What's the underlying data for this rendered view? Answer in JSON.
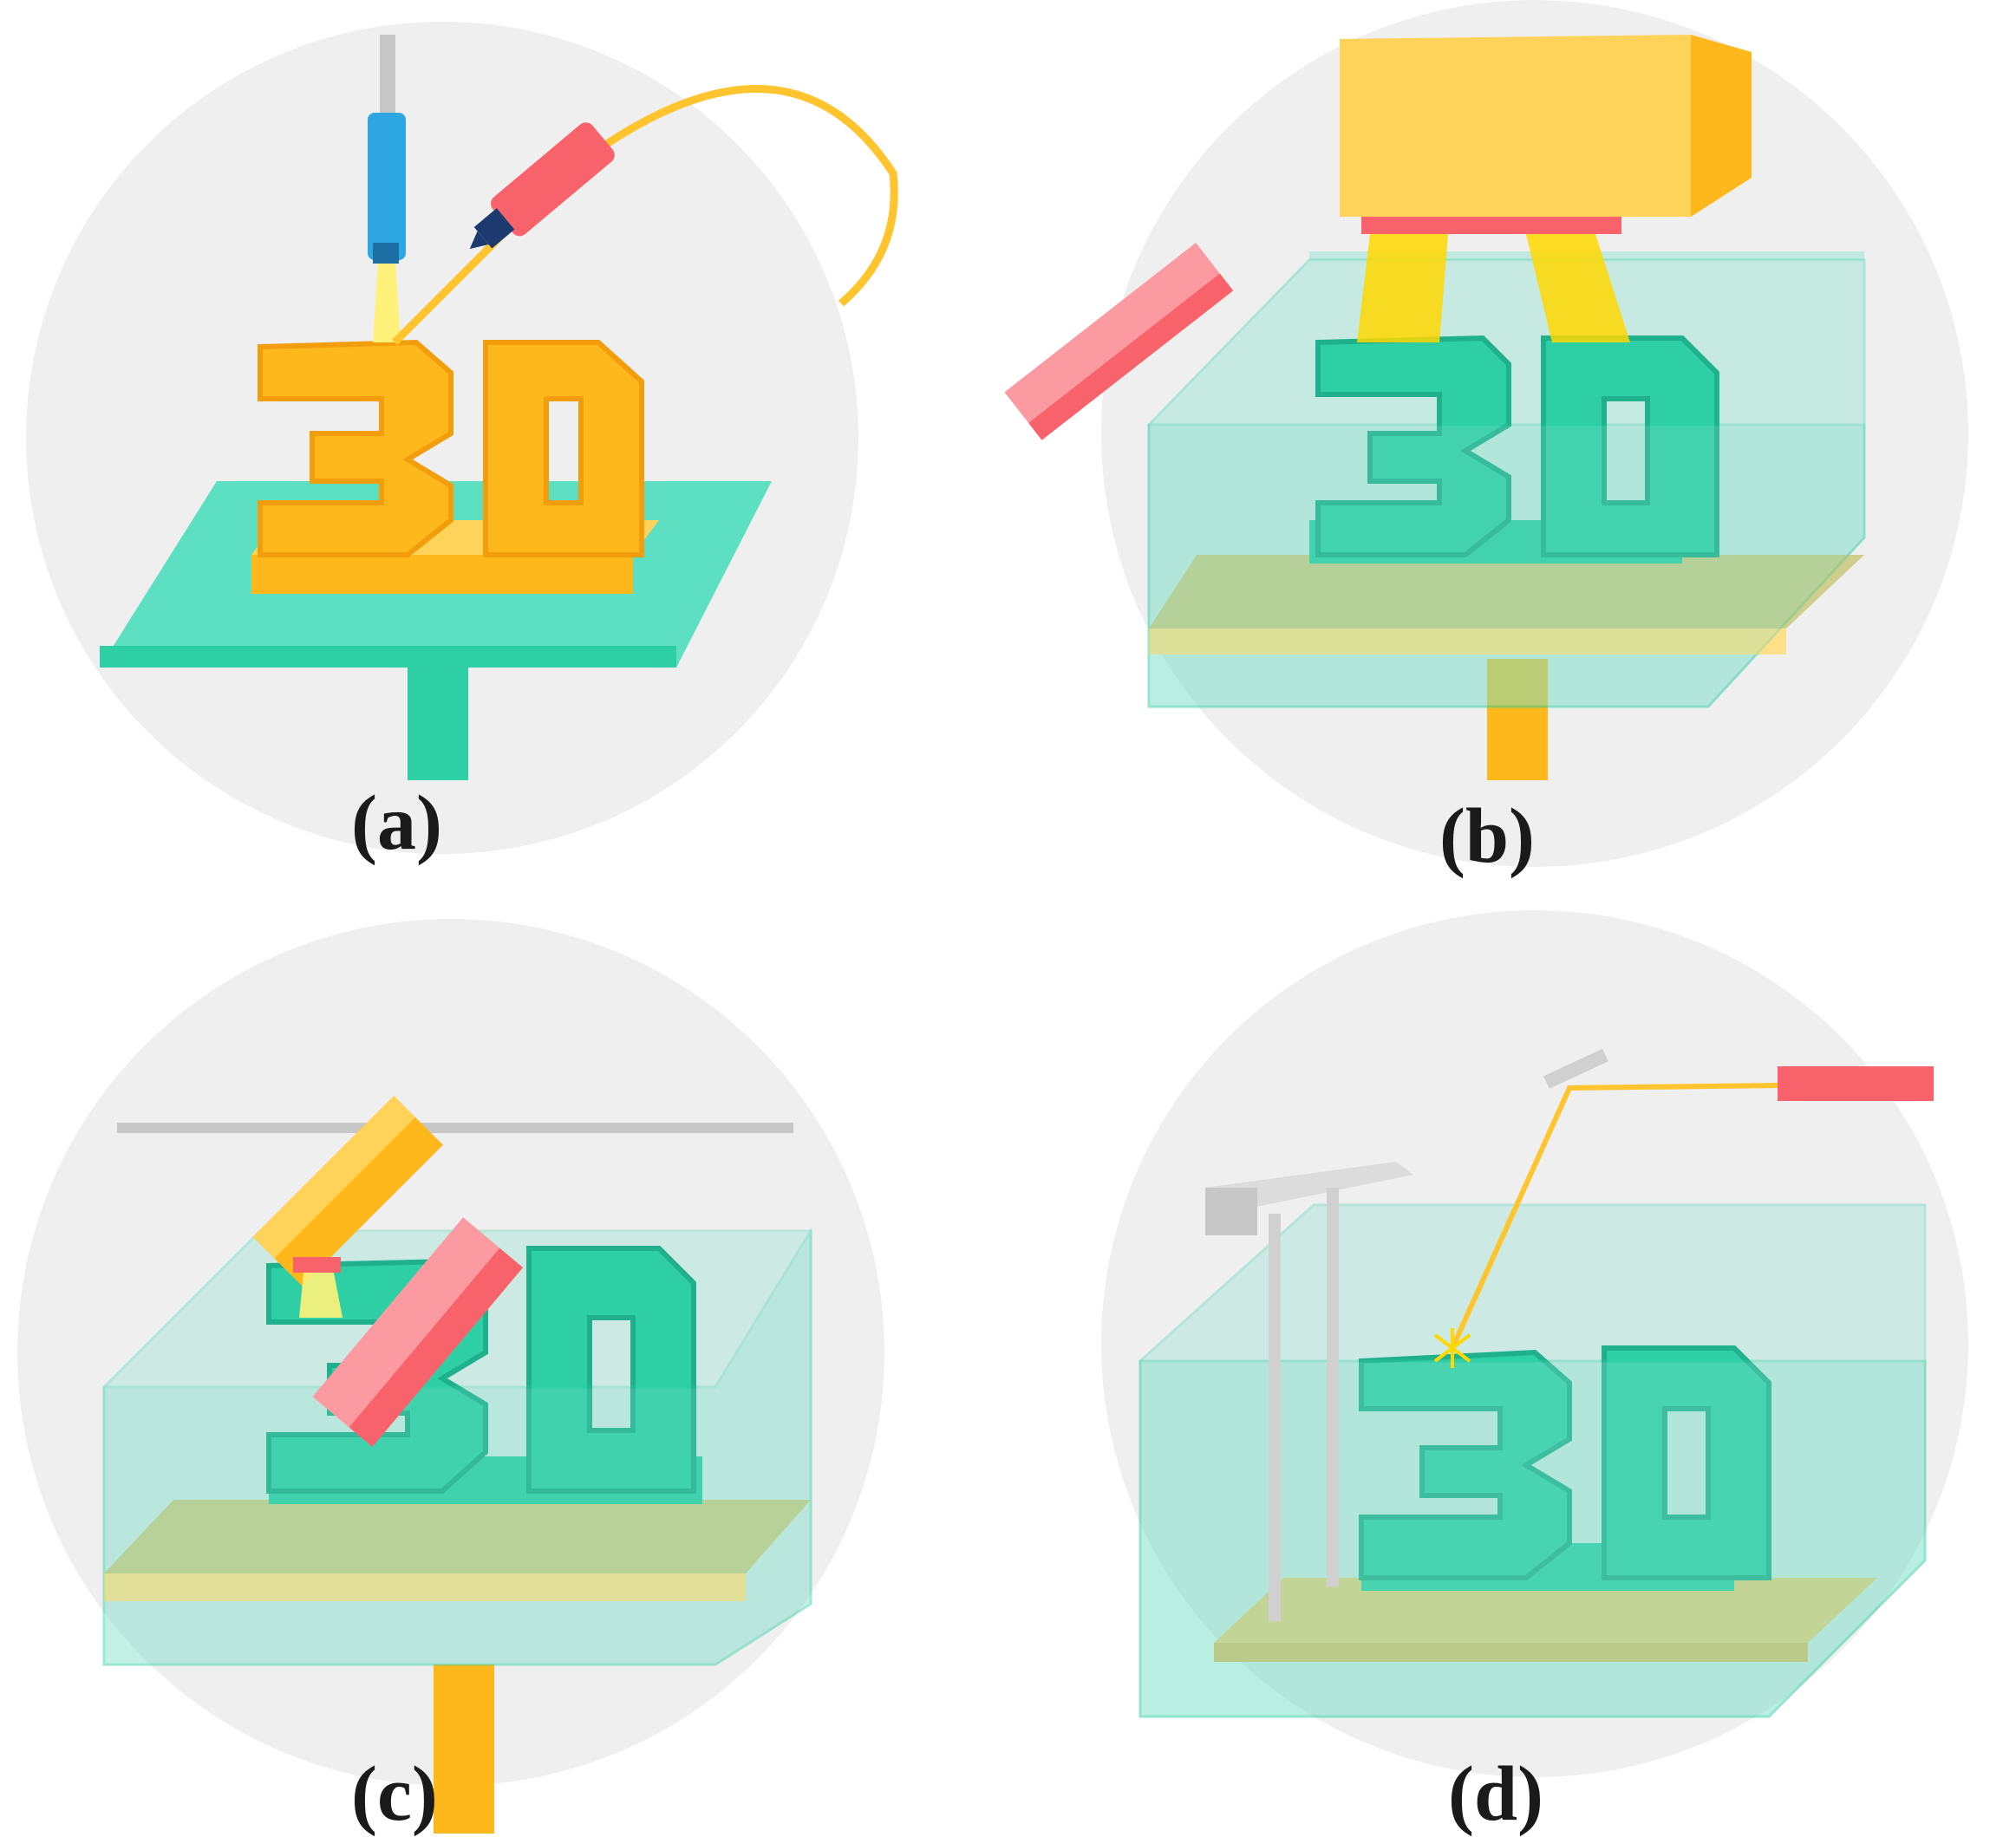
{
  "figure": {
    "panels": [
      {
        "id": "a",
        "caption": "(a)",
        "logo_text": "3D"
      },
      {
        "id": "b",
        "caption": "(b)",
        "logo_text": "3D"
      },
      {
        "id": "c",
        "caption": "(c)",
        "logo_text": "3D"
      },
      {
        "id": "d",
        "caption": "(d)",
        "logo_text": "3D"
      }
    ]
  },
  "colors": {
    "circle_bg": "#efefef",
    "teal": "#2fcfa6",
    "teal_dark": "#1fb08c",
    "teal_light": "#5ddfc2",
    "orange": "#ffb81c",
    "orange_dark": "#f19d0c",
    "orange_light": "#ffd25a",
    "pink": "#f8636b",
    "pink_light": "#fb9aa0",
    "blue": "#2ea6e2",
    "gray": "#c7c7c7",
    "glass": "#7de0c9",
    "plate": "#ffe08a"
  }
}
